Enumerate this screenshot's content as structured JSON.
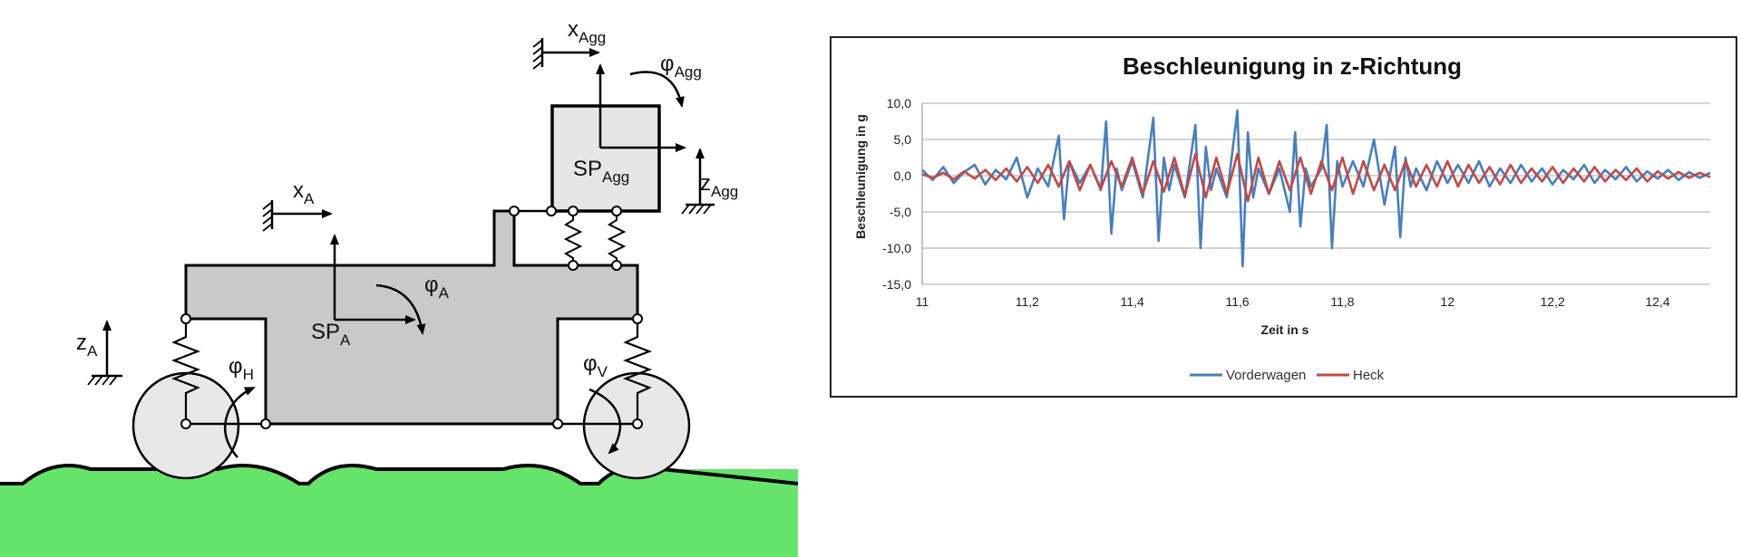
{
  "diagram": {
    "labels": {
      "x_agg": {
        "main": "x",
        "sub": "Agg"
      },
      "phi_agg": {
        "main": "φ",
        "sub": "Agg"
      },
      "sp_agg": {
        "main": "SP",
        "sub": "Agg"
      },
      "z_agg": {
        "main": "z",
        "sub": "Agg"
      },
      "x_a": {
        "main": "x",
        "sub": "A"
      },
      "phi_a": {
        "main": "φ",
        "sub": "A"
      },
      "sp_a": {
        "main": "SP",
        "sub": "A"
      },
      "z_a": {
        "main": "z",
        "sub": "A"
      },
      "phi_h": {
        "main": "φ",
        "sub": "H"
      },
      "phi_v": {
        "main": "φ",
        "sub": "V"
      }
    },
    "colors": {
      "ground": "#66e36a",
      "body": "#c9c9c9",
      "wheel": "#e8e8e8",
      "agg": "#e6e6e6"
    }
  },
  "chart_data": {
    "type": "line",
    "title": "Beschleunigung in z-Richtung",
    "xlabel": "Zeit in s",
    "ylabel": "Beschleunigung in g",
    "xlim": [
      11,
      12.5
    ],
    "ylim": [
      -15,
      10
    ],
    "xticks": [
      "11",
      "11,2",
      "11,4",
      "11,6",
      "11,8",
      "12",
      "12,2",
      "12,4"
    ],
    "xtick_values": [
      11,
      11.2,
      11.4,
      11.6,
      11.8,
      12,
      12.2,
      12.4
    ],
    "yticks": [
      "10,0",
      "5,0",
      "0,0",
      "-5,0",
      "-10,0",
      "-15,0"
    ],
    "ytick_values": [
      10,
      5,
      0,
      -5,
      -10,
      -15
    ],
    "grid": "horizontal",
    "legend_position": "bottom",
    "series": [
      {
        "name": "Vorderwagen",
        "color": "#4a7ebb",
        "x": [
          11.0,
          11.02,
          11.04,
          11.06,
          11.08,
          11.1,
          11.12,
          11.14,
          11.16,
          11.18,
          11.2,
          11.22,
          11.24,
          11.26,
          11.27,
          11.28,
          11.3,
          11.32,
          11.34,
          11.35,
          11.36,
          11.37,
          11.38,
          11.4,
          11.42,
          11.44,
          11.45,
          11.46,
          11.47,
          11.48,
          11.5,
          11.52,
          11.53,
          11.54,
          11.55,
          11.56,
          11.58,
          11.6,
          11.61,
          11.62,
          11.63,
          11.64,
          11.66,
          11.68,
          11.7,
          11.71,
          11.72,
          11.73,
          11.74,
          11.76,
          11.77,
          11.78,
          11.79,
          11.8,
          11.82,
          11.84,
          11.86,
          11.88,
          11.9,
          11.91,
          11.92,
          11.93,
          11.94,
          11.96,
          11.98,
          12.0,
          12.02,
          12.04,
          12.06,
          12.08,
          12.1,
          12.12,
          12.14,
          12.16,
          12.18,
          12.2,
          12.22,
          12.24,
          12.26,
          12.28,
          12.3,
          12.32,
          12.34,
          12.36,
          12.38,
          12.4,
          12.42,
          12.44,
          12.46,
          12.48,
          12.5
        ],
        "values": [
          0.8,
          -0.6,
          1.2,
          -1.0,
          0.5,
          1.5,
          -1.2,
          0.8,
          -0.5,
          2.5,
          -3.0,
          1.0,
          -1.5,
          5.5,
          -6.0,
          2.0,
          -1.0,
          1.5,
          -2.0,
          7.5,
          -8.0,
          1.0,
          -2.0,
          2.0,
          -3.0,
          8.0,
          -9.0,
          2.5,
          -2.0,
          1.5,
          -3.0,
          7.0,
          -10.0,
          4.0,
          -2.0,
          1.0,
          -3.0,
          9.0,
          -12.5,
          6.0,
          -3.0,
          1.0,
          -2.5,
          1.0,
          -5.0,
          6.0,
          -7.0,
          1.0,
          -1.5,
          1.0,
          7.0,
          -10.0,
          2.0,
          -1.5,
          2.0,
          -1.5,
          5.0,
          -4.0,
          4.0,
          -8.5,
          2.5,
          -1.5,
          1.0,
          -2.0,
          2.0,
          -1.0,
          1.5,
          -1.0,
          2.0,
          -1.5,
          1.0,
          -1.0,
          1.5,
          -0.8,
          1.0,
          -1.2,
          0.8,
          -0.5,
          1.5,
          -1.0,
          0.8,
          -0.5,
          1.2,
          -0.8,
          0.6,
          -0.4,
          0.8,
          -0.6,
          0.5,
          -0.3,
          0.4
        ]
      },
      {
        "name": "Heck",
        "color": "#be4b48",
        "x": [
          11.0,
          11.02,
          11.04,
          11.06,
          11.08,
          11.1,
          11.12,
          11.14,
          11.16,
          11.18,
          11.2,
          11.22,
          11.24,
          11.26,
          11.28,
          11.3,
          11.32,
          11.34,
          11.36,
          11.38,
          11.4,
          11.42,
          11.44,
          11.46,
          11.48,
          11.5,
          11.52,
          11.54,
          11.56,
          11.58,
          11.6,
          11.62,
          11.64,
          11.66,
          11.68,
          11.7,
          11.72,
          11.74,
          11.76,
          11.78,
          11.8,
          11.82,
          11.84,
          11.86,
          11.88,
          11.9,
          11.92,
          11.94,
          11.96,
          11.98,
          12.0,
          12.02,
          12.04,
          12.06,
          12.08,
          12.1,
          12.12,
          12.14,
          12.16,
          12.18,
          12.2,
          12.22,
          12.24,
          12.26,
          12.28,
          12.3,
          12.32,
          12.34,
          12.36,
          12.38,
          12.4,
          12.42,
          12.44,
          12.46,
          12.48,
          12.5
        ],
        "values": [
          0.2,
          -0.3,
          0.4,
          -0.5,
          0.6,
          -0.4,
          0.8,
          -0.6,
          1.0,
          -0.8,
          1.2,
          -1.0,
          1.5,
          -1.5,
          2.0,
          -2.0,
          1.5,
          -1.8,
          2.0,
          -1.5,
          2.5,
          -2.5,
          2.0,
          -2.2,
          2.5,
          -2.8,
          3.0,
          -3.0,
          2.5,
          -2.5,
          3.0,
          -3.5,
          2.5,
          -2.5,
          2.0,
          -2.0,
          2.5,
          -2.5,
          2.0,
          -2.0,
          2.5,
          -2.5,
          2.0,
          -2.0,
          1.5,
          -2.0,
          2.0,
          -1.5,
          1.5,
          -1.5,
          2.0,
          -1.5,
          1.5,
          -1.0,
          1.2,
          -1.2,
          1.5,
          -1.0,
          1.0,
          -0.8,
          1.2,
          -1.0,
          1.0,
          -0.8,
          1.2,
          -0.8,
          0.8,
          -0.6,
          1.0,
          -0.8,
          0.6,
          -0.4,
          0.5,
          -0.3,
          0.4,
          -0.2
        ]
      }
    ]
  }
}
